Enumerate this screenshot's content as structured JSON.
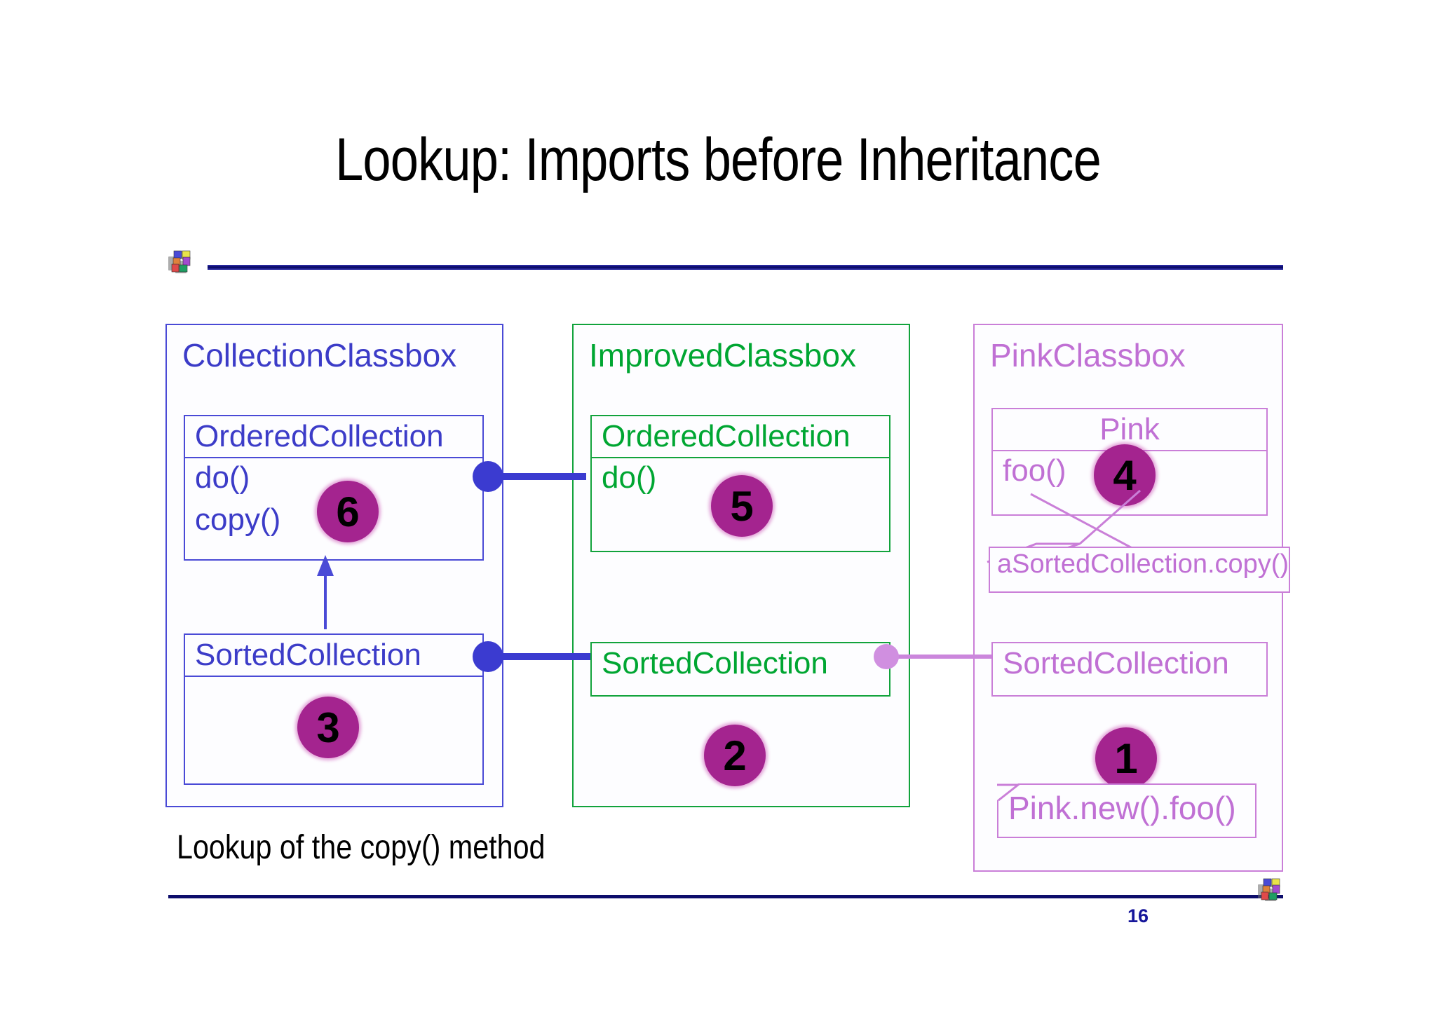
{
  "slide": {
    "title": "Lookup: Imports before Inheritance",
    "caption": "Lookup of the copy() method",
    "page_number": "16",
    "logo_icon": "colored-cubes-logo"
  },
  "colors": {
    "blue": "#3c3cc8",
    "blue_border": "#4a4ad6",
    "green": "#00a632",
    "green_border": "#12a33c",
    "pink": "#c070d4",
    "pink_border": "#ca7fd8",
    "badge_fill": "#a4248f",
    "rule": "#0d0d6b",
    "page_number_color": "#17179b"
  },
  "classboxes": [
    {
      "name": "CollectionClassbox",
      "color": "blue",
      "shapes": [
        {
          "class_name": "OrderedCollection",
          "methods": [
            "do()",
            "copy()"
          ],
          "badge": "6"
        },
        {
          "class_name": "SortedCollection",
          "methods": [],
          "badge": "3"
        }
      ]
    },
    {
      "name": "ImprovedClassbox",
      "color": "green",
      "shapes": [
        {
          "class_name": "OrderedCollection",
          "methods": [
            "do()"
          ],
          "badge": "5"
        },
        {
          "class_name": "SortedCollection",
          "methods": [],
          "badge": "2"
        }
      ]
    },
    {
      "name": "PinkClassbox",
      "color": "pink",
      "shapes": [
        {
          "class_name": "Pink",
          "methods": [
            "foo()"
          ],
          "badge": "4"
        },
        {
          "class_name": "SortedCollection",
          "methods": [],
          "badge": "1"
        }
      ]
    }
  ],
  "notes": [
    {
      "id": "note-asortedcollection",
      "text": "aSortedCollection.copy()"
    },
    {
      "id": "note-pinknewfoo",
      "text": "Pink.new().foo()"
    }
  ],
  "connectors": [
    {
      "from": "CollectionClassbox.OrderedCollection",
      "to": "ImprovedClassbox.OrderedCollection",
      "style": "blue-import"
    },
    {
      "from": "CollectionClassbox.SortedCollection",
      "to": "ImprovedClassbox.SortedCollection",
      "style": "blue-import"
    },
    {
      "from": "ImprovedClassbox.SortedCollection",
      "to": "PinkClassbox.SortedCollection",
      "style": "pink-import"
    },
    {
      "from": "CollectionClassbox.SortedCollection",
      "to": "CollectionClassbox.OrderedCollection",
      "style": "inheritance-arrow"
    }
  ]
}
